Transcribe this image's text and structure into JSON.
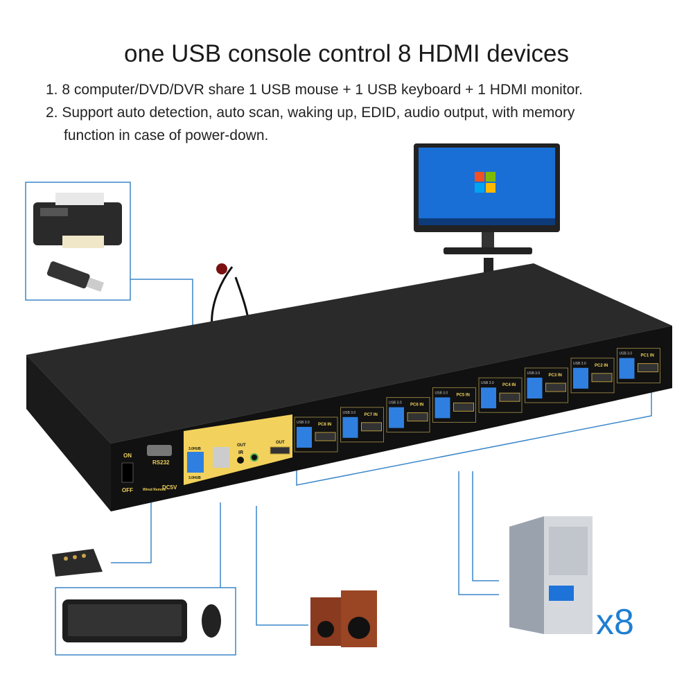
{
  "title": "one USB console control 8 HDMI devices",
  "features": [
    "1. 8 computer/DVD/DVR share 1 USB mouse + 1 USB keyboard + 1 HDMI monitor.",
    "2. Support auto detection, auto scan, waking up, EDID, audio output, with memory",
    "function in case of power-down."
  ],
  "panel_labels": {
    "on": "ON",
    "off": "OFF",
    "rs232": "RS232",
    "dc": "DC5V",
    "wired": "Wired Remote",
    "usb_hub_top": "3.0HUB",
    "usb_hub_bottom": "3.0HUB",
    "ir": "IR",
    "out": "OUT",
    "hdmi_out": "OUT",
    "usb3": "USB 3.0",
    "in": "IN"
  },
  "pc_ports": [
    "PC8",
    "PC7",
    "PC6",
    "PC5",
    "PC4",
    "PC3",
    "PC2",
    "PC1"
  ],
  "multiplier": "x8",
  "colors": {
    "accent": "#1e7fd2",
    "panel": "#f2d25c",
    "body": "#1c1c1c",
    "usb": "#2f7fe0",
    "line": "#3a86c8"
  }
}
